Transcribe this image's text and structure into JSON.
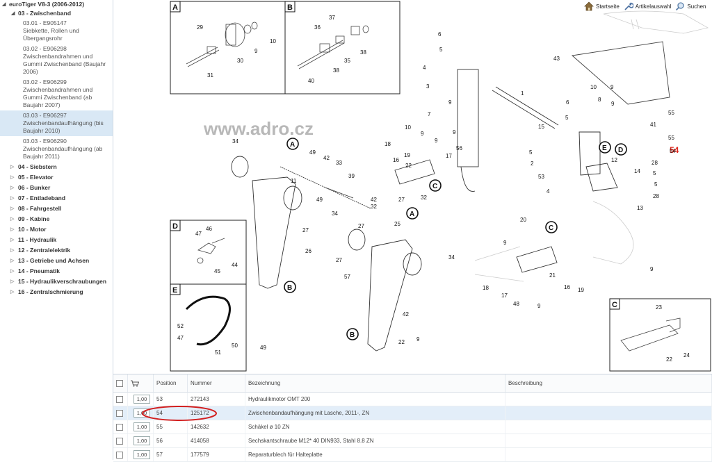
{
  "sidebar": {
    "root": "euroTiger V8-3 (2006-2012)",
    "open_category": "03 - Zwischenband",
    "leaves": [
      {
        "code": "03.01 - E905147",
        "text": "Siebkette, Rollen und Übergangsrohr",
        "lines": [
          "Siebkette, Rollen und",
          "Übergangsrohr"
        ]
      },
      {
        "code": "03.02 - E906298",
        "text": "",
        "lines": [
          "Zwischenbandrahmen und",
          "Gummi Zwischenband (Baujahr",
          "2006)"
        ]
      },
      {
        "code": "03.02 - E906299",
        "text": "",
        "lines": [
          "Zwischenbandrahmen und",
          "Gummi Zwischenband (ab",
          "Baujahr 2007)"
        ]
      },
      {
        "code": "03.03 - E906297",
        "text": "",
        "lines": [
          "Zwischenbandaufhängung (bis",
          "Baujahr 2010)"
        ]
      },
      {
        "code": "03.03 - E906290",
        "text": "",
        "lines": [
          "Zwischenbandaufhängung (ab",
          "Baujahr 2011)"
        ]
      }
    ],
    "selected_index": 3,
    "categories": [
      "04 - Siebstern",
      "05 - Elevator",
      "06 - Bunker",
      "07 - Entladeband",
      "08 - Fahrgestell",
      "09 - Kabine",
      "10 - Motor",
      "11 - Hydraulik",
      "12 - Zentralelektrik",
      "13 - Getriebe und Achsen",
      "14 - Pneumatik",
      "15 - Hydraulikverschraubungen",
      "16 - Zentralschmierung"
    ]
  },
  "toolbar": {
    "home": "Startseite",
    "articles": "Artikelauswahl",
    "search": "Suchen"
  },
  "diagram": {
    "watermark": "www.adro.cz",
    "highlight_label": "54",
    "highlight_color": "#e0261b",
    "insets": [
      "A",
      "B",
      "C",
      "D",
      "E"
    ],
    "callouts": {
      "A": [
        "29",
        "9",
        "10",
        "30",
        "31"
      ],
      "B": [
        "37",
        "36",
        "38",
        "35",
        "38",
        "40"
      ],
      "C": [
        "23",
        "22",
        "24"
      ],
      "D": [
        "46",
        "47",
        "45",
        "44"
      ],
      "E": [
        "52",
        "47",
        "50",
        "51"
      ],
      "main": [
        "6",
        "5",
        "4",
        "3",
        "1",
        "43",
        "10",
        "9",
        "8",
        "9",
        "55",
        "41",
        "55",
        "54",
        "28",
        "5",
        "5",
        "28",
        "13",
        "14",
        "12",
        "6",
        "5",
        "15",
        "5",
        "2",
        "53",
        "4",
        "7",
        "9",
        "10",
        "9",
        "9",
        "9",
        "56",
        "17",
        "18",
        "19",
        "16",
        "22",
        "27",
        "32",
        "34",
        "49",
        "42",
        "33",
        "11",
        "39",
        "49",
        "34",
        "42",
        "32",
        "27",
        "25",
        "27",
        "26",
        "27",
        "57",
        "34",
        "49",
        "42",
        "9",
        "22",
        "20",
        "9",
        "21",
        "16",
        "19",
        "18",
        "17",
        "48",
        "9",
        "9"
      ]
    }
  },
  "parts_table": {
    "columns": [
      "Position",
      "Nummer",
      "Bezeichnung",
      "Beschreibung"
    ],
    "rows": [
      {
        "qty": "1,00",
        "position": "53",
        "nummer": "272143",
        "bezeichnung": "Hydraulikmotor OMT 200",
        "beschreibung": ""
      },
      {
        "qty": "1,00",
        "position": "54",
        "nummer": "125172",
        "bezeichnung": "Zwischenbandaufhängung mit Lasche, 2011-, ZN",
        "beschreibung": ""
      },
      {
        "qty": "1,00",
        "position": "55",
        "nummer": "142632",
        "bezeichnung": "Schäkel ø 10 ZN",
        "beschreibung": ""
      },
      {
        "qty": "1,00",
        "position": "56",
        "nummer": "414058",
        "bezeichnung": "Sechskantschraube M12* 40 DIN933, Stahl 8.8 ZN",
        "beschreibung": ""
      },
      {
        "qty": "1,00",
        "position": "57",
        "nummer": "177579",
        "bezeichnung": "Reparaturblech für Halteplatte",
        "beschreibung": ""
      }
    ],
    "highlighted_row": 1,
    "highlight_circle_color": "#d21f1f"
  }
}
